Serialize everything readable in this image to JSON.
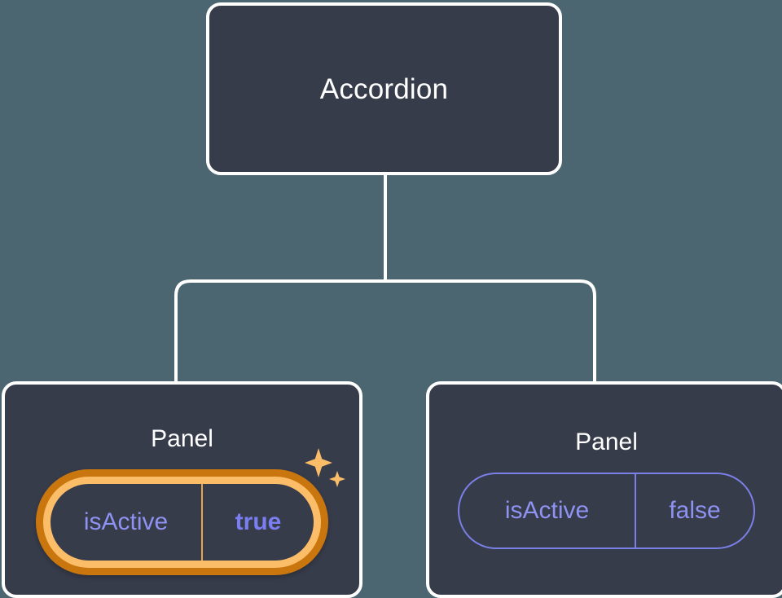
{
  "diagram": {
    "type": "component-tree",
    "background_color": "#4c6671",
    "node_fill_color": "#373c4b",
    "node_border_color": "#ffffff",
    "connector_color": "#ffffff",
    "highlight_color": "#fbbd67",
    "highlight_glow_color": "#c9760f",
    "prop_text_color": "#8e92f0",
    "prop_border_color": "#7b80e8",
    "root": {
      "title": "Accordion"
    },
    "children": [
      {
        "title": "Panel",
        "highlighted": true,
        "prop": {
          "key": "isActive",
          "value": "true"
        },
        "sparkle_icon": "sparkles-icon"
      },
      {
        "title": "Panel",
        "highlighted": false,
        "prop": {
          "key": "isActive",
          "value": "false"
        }
      }
    ]
  }
}
